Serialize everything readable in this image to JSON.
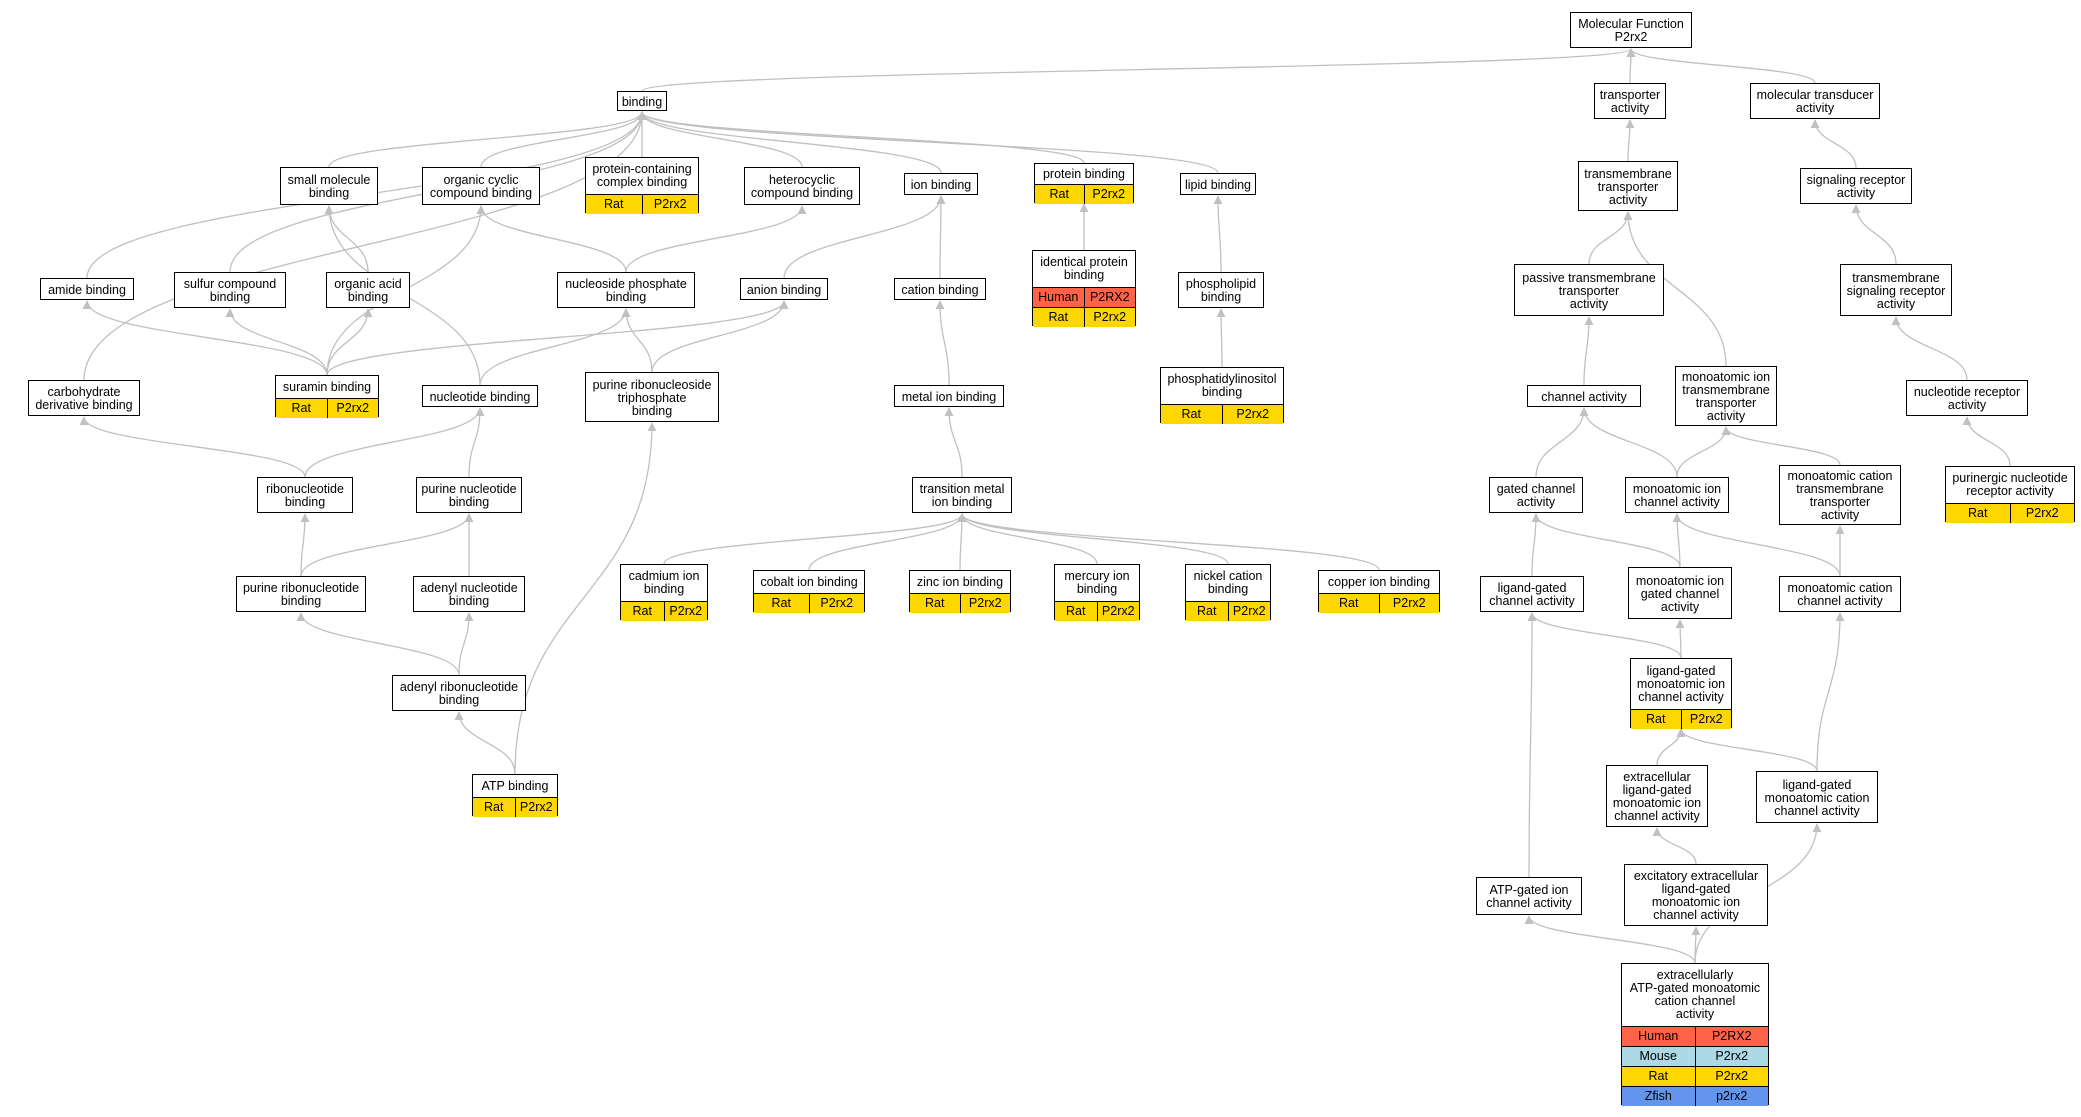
{
  "colors": {
    "Human": "#ff6347",
    "Mouse": "#add8e6",
    "Rat": "#ffd700",
    "Zfish": "#6495ed",
    "edge": "#c0c0c0"
  },
  "nodes": [
    {
      "id": "mf",
      "label": "Molecular Function\nP2rx2",
      "genes": []
    },
    {
      "id": "binding",
      "label": "binding",
      "genes": []
    },
    {
      "id": "transporter",
      "label": "transporter\nactivity",
      "genes": []
    },
    {
      "id": "moltrans",
      "label": "molecular transducer\nactivity",
      "genes": []
    },
    {
      "id": "smallmol",
      "label": "small molecule\nbinding",
      "genes": []
    },
    {
      "id": "orgcyclic",
      "label": "organic cyclic\ncompound binding",
      "genes": []
    },
    {
      "id": "protcomplex",
      "label": "protein-containing\ncomplex binding",
      "genes": [
        {
          "sp": "Rat",
          "gene": "P2rx2"
        }
      ]
    },
    {
      "id": "heterocyclic",
      "label": "heterocyclic\ncompound binding",
      "genes": []
    },
    {
      "id": "ionbind",
      "label": "ion binding",
      "genes": []
    },
    {
      "id": "protbind",
      "label": "protein binding",
      "genes": [
        {
          "sp": "Rat",
          "gene": "P2rx2"
        }
      ]
    },
    {
      "id": "lipidbind",
      "label": "lipid binding",
      "genes": []
    },
    {
      "id": "tmtransporter",
      "label": "transmembrane\ntransporter\nactivity",
      "genes": []
    },
    {
      "id": "sigrec",
      "label": "signaling receptor\nactivity",
      "genes": []
    },
    {
      "id": "amide",
      "label": "amide binding",
      "genes": []
    },
    {
      "id": "sulfur",
      "label": "sulfur compound\nbinding",
      "genes": []
    },
    {
      "id": "orgacid",
      "label": "organic acid\nbinding",
      "genes": []
    },
    {
      "id": "nucphos",
      "label": "nucleoside phosphate\nbinding",
      "genes": []
    },
    {
      "id": "anion",
      "label": "anion binding",
      "genes": []
    },
    {
      "id": "cation",
      "label": "cation binding",
      "genes": []
    },
    {
      "id": "identprot",
      "label": "identical protein\nbinding",
      "genes": [
        {
          "sp": "Human",
          "gene": "P2RX2"
        },
        {
          "sp": "Rat",
          "gene": "P2rx2"
        }
      ]
    },
    {
      "id": "phospholipid",
      "label": "phospholipid\nbinding",
      "genes": []
    },
    {
      "id": "passive",
      "label": "passive transmembrane\ntransporter\nactivity",
      "genes": []
    },
    {
      "id": "tmsigrec",
      "label": "transmembrane\nsignaling receptor\nactivity",
      "genes": []
    },
    {
      "id": "carbo",
      "label": "carbohydrate\nderivative binding",
      "genes": []
    },
    {
      "id": "suramin",
      "label": "suramin binding",
      "genes": [
        {
          "sp": "Rat",
          "gene": "P2rx2"
        }
      ]
    },
    {
      "id": "nucleotide",
      "label": "nucleotide binding",
      "genes": []
    },
    {
      "id": "purribotri",
      "label": "purine ribonucleoside\ntriphosphate\nbinding",
      "genes": []
    },
    {
      "id": "metalion",
      "label": "metal ion binding",
      "genes": []
    },
    {
      "id": "phosphatidyl",
      "label": "phosphatidylinositol\nbinding",
      "genes": [
        {
          "sp": "Rat",
          "gene": "P2rx2"
        }
      ]
    },
    {
      "id": "channel",
      "label": "channel activity",
      "genes": []
    },
    {
      "id": "monoiontm",
      "label": "monoatomic ion\ntransmembrane\ntransporter\nactivity",
      "genes": []
    },
    {
      "id": "nucrec",
      "label": "nucleotide receptor\nactivity",
      "genes": []
    },
    {
      "id": "ribonuc",
      "label": "ribonucleotide\nbinding",
      "genes": []
    },
    {
      "id": "purnuc",
      "label": "purine nucleotide\nbinding",
      "genes": []
    },
    {
      "id": "transmetal",
      "label": "transition metal\nion binding",
      "genes": []
    },
    {
      "id": "gated",
      "label": "gated channel\nactivity",
      "genes": []
    },
    {
      "id": "monoionch",
      "label": "monoatomic ion\nchannel activity",
      "genes": []
    },
    {
      "id": "monocatiotm",
      "label": "monoatomic cation\ntransmembrane\ntransporter\nactivity",
      "genes": []
    },
    {
      "id": "purinergic",
      "label": "purinergic nucleotide\nreceptor activity",
      "genes": [
        {
          "sp": "Rat",
          "gene": "P2rx2"
        }
      ]
    },
    {
      "id": "purribonuc",
      "label": "purine ribonucleotide\nbinding",
      "genes": []
    },
    {
      "id": "adenylnuc",
      "label": "adenyl nucleotide\nbinding",
      "genes": []
    },
    {
      "id": "cadmium",
      "label": "cadmium ion\nbinding",
      "genes": [
        {
          "sp": "Rat",
          "gene": "P2rx2"
        }
      ]
    },
    {
      "id": "cobalt",
      "label": "cobalt ion binding",
      "genes": [
        {
          "sp": "Rat",
          "gene": "P2rx2"
        }
      ]
    },
    {
      "id": "zinc",
      "label": "zinc ion binding",
      "genes": [
        {
          "sp": "Rat",
          "gene": "P2rx2"
        }
      ]
    },
    {
      "id": "mercury",
      "label": "mercury ion\nbinding",
      "genes": [
        {
          "sp": "Rat",
          "gene": "P2rx2"
        }
      ]
    },
    {
      "id": "nickel",
      "label": "nickel cation\nbinding",
      "genes": [
        {
          "sp": "Rat",
          "gene": "P2rx2"
        }
      ]
    },
    {
      "id": "copper",
      "label": "copper ion binding",
      "genes": [
        {
          "sp": "Rat",
          "gene": "P2rx2"
        }
      ]
    },
    {
      "id": "ligandgated",
      "label": "ligand-gated\nchannel activity",
      "genes": []
    },
    {
      "id": "monoiongated",
      "label": "monoatomic ion\ngated channel\nactivity",
      "genes": []
    },
    {
      "id": "monocatch",
      "label": "monoatomic cation\nchannel activity",
      "genes": []
    },
    {
      "id": "adenylribo",
      "label": "adenyl ribonucleotide\nbinding",
      "genes": []
    },
    {
      "id": "lgmonoion",
      "label": "ligand-gated\nmonoatomic ion\nchannel activity",
      "genes": [
        {
          "sp": "Rat",
          "gene": "P2rx2"
        }
      ]
    },
    {
      "id": "atpbind",
      "label": "ATP binding",
      "genes": [
        {
          "sp": "Rat",
          "gene": "P2rx2"
        }
      ]
    },
    {
      "id": "extralg",
      "label": "extracellular\nligand-gated\nmonoatomic ion\nchannel activity",
      "genes": []
    },
    {
      "id": "lgmonocat",
      "label": "ligand-gated\nmonoatomic cation\nchannel activity",
      "genes": []
    },
    {
      "id": "atpgated",
      "label": "ATP-gated ion\nchannel activity",
      "genes": []
    },
    {
      "id": "excitatory",
      "label": "excitatory extracellular\nligand-gated\nmonoatomic ion\nchannel activity",
      "genes": []
    },
    {
      "id": "extraatp",
      "label": "extracellularly\nATP-gated monoatomic\ncation channel\nactivity",
      "genes": [
        {
          "sp": "Human",
          "gene": "P2RX2"
        },
        {
          "sp": "Mouse",
          "gene": "P2rx2"
        },
        {
          "sp": "Rat",
          "gene": "P2rx2"
        },
        {
          "sp": "Zfish",
          "gene": "p2rx2"
        }
      ]
    }
  ],
  "edges": [
    [
      "binding",
      "mf"
    ],
    [
      "transporter",
      "mf"
    ],
    [
      "moltrans",
      "mf"
    ],
    [
      "tmtransporter",
      "transporter"
    ],
    [
      "sigrec",
      "moltrans"
    ],
    [
      "tmsigrec",
      "sigrec"
    ],
    [
      "nucrec",
      "tmsigrec"
    ],
    [
      "purinergic",
      "nucrec"
    ],
    [
      "passive",
      "tmtransporter"
    ],
    [
      "monoiontm",
      "tmtransporter"
    ],
    [
      "channel",
      "passive"
    ],
    [
      "monoionch",
      "channel"
    ],
    [
      "monoionch",
      "monoiontm"
    ],
    [
      "monocatiotm",
      "monoiontm"
    ],
    [
      "gated",
      "channel"
    ],
    [
      "ligandgated",
      "gated"
    ],
    [
      "monoiongated",
      "gated"
    ],
    [
      "monoiongated",
      "monoionch"
    ],
    [
      "monocatch",
      "monoionch"
    ],
    [
      "monocatch",
      "monocatiotm"
    ],
    [
      "lgmonoion",
      "ligandgated"
    ],
    [
      "lgmonoion",
      "monoiongated"
    ],
    [
      "extralg",
      "lgmonoion"
    ],
    [
      "lgmonocat",
      "lgmonoion"
    ],
    [
      "lgmonocat",
      "monocatch"
    ],
    [
      "excitatory",
      "extralg"
    ],
    [
      "atpgated",
      "ligandgated"
    ],
    [
      "extraatp",
      "atpgated"
    ],
    [
      "extraatp",
      "excitatory"
    ],
    [
      "extraatp",
      "lgmonocat"
    ],
    [
      "smallmol",
      "binding"
    ],
    [
      "orgcyclic",
      "binding"
    ],
    [
      "protcomplex",
      "binding"
    ],
    [
      "heterocyclic",
      "binding"
    ],
    [
      "ionbind",
      "binding"
    ],
    [
      "protbind",
      "binding"
    ],
    [
      "lipidbind",
      "binding"
    ],
    [
      "amide",
      "binding"
    ],
    [
      "sulfur",
      "binding"
    ],
    [
      "carbo",
      "binding"
    ],
    [
      "orgacid",
      "smallmol"
    ],
    [
      "suramin",
      "amide"
    ],
    [
      "suramin",
      "sulfur"
    ],
    [
      "suramin",
      "orgacid"
    ],
    [
      "suramin",
      "orgcyclic"
    ],
    [
      "suramin",
      "anion"
    ],
    [
      "nucphos",
      "orgcyclic"
    ],
    [
      "nucphos",
      "heterocyclic"
    ],
    [
      "anion",
      "ionbind"
    ],
    [
      "cation",
      "ionbind"
    ],
    [
      "metalion",
      "cation"
    ],
    [
      "transmetal",
      "metalion"
    ],
    [
      "identprot",
      "protbind"
    ],
    [
      "phospholipid",
      "lipidbind"
    ],
    [
      "phosphatidyl",
      "phospholipid"
    ],
    [
      "nucleotide",
      "nucphos"
    ],
    [
      "nucleotide",
      "smallmol"
    ],
    [
      "purribotri",
      "nucphos"
    ],
    [
      "purribotri",
      "anion"
    ],
    [
      "ribonuc",
      "nucleotide"
    ],
    [
      "ribonuc",
      "carbo"
    ],
    [
      "purnuc",
      "nucleotide"
    ],
    [
      "purribonuc",
      "ribonuc"
    ],
    [
      "purribonuc",
      "purnuc"
    ],
    [
      "adenylnuc",
      "purnuc"
    ],
    [
      "adenylribo",
      "purribonuc"
    ],
    [
      "adenylribo",
      "adenylnuc"
    ],
    [
      "atpbind",
      "adenylribo"
    ],
    [
      "atpbind",
      "purribotri"
    ],
    [
      "cadmium",
      "transmetal"
    ],
    [
      "cobalt",
      "transmetal"
    ],
    [
      "zinc",
      "transmetal"
    ],
    [
      "mercury",
      "transmetal"
    ],
    [
      "nickel",
      "transmetal"
    ],
    [
      "copper",
      "transmetal"
    ]
  ]
}
